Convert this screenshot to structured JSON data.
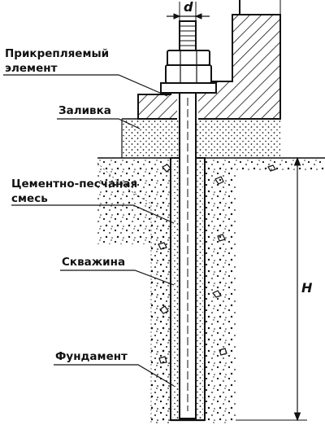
{
  "labels": {
    "attached_element_line1": "Прикрепляемый",
    "attached_element_line2": "элемент",
    "grout": "Заливка",
    "cement_sand_line1": "Цементно-песчаная",
    "cement_sand_line2": "смесь",
    "borehole": "Скважина",
    "foundation": "Фундамент"
  },
  "dimensions": {
    "diameter": "d",
    "depth": "H"
  },
  "colors": {
    "ink": "#111111",
    "background": "#ffffff"
  }
}
